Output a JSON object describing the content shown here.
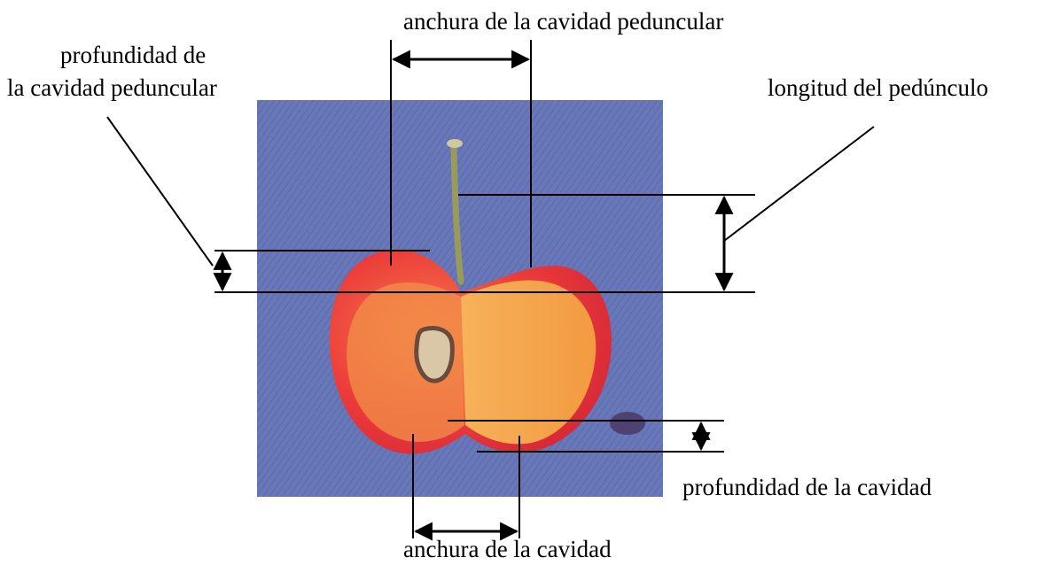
{
  "labels": {
    "stem_cavity_width": "anchura de la cavidad peduncular",
    "stem_cavity_depth_line1": "profundidad de",
    "stem_cavity_depth_line2": "la cavidad peduncular",
    "stem_length": "longitud del pedúnculo",
    "cavity_depth": "profundidad de la cavidad",
    "cavity_width": "anchura de la cavidad"
  },
  "colors": {
    "background_cloth": "#6777b8",
    "fruit_skin": "#e8303a",
    "fruit_flesh": "#f5a54a",
    "stem": "#9a9a5a",
    "stone": "#d9c7a8",
    "annotation": "#000000"
  }
}
